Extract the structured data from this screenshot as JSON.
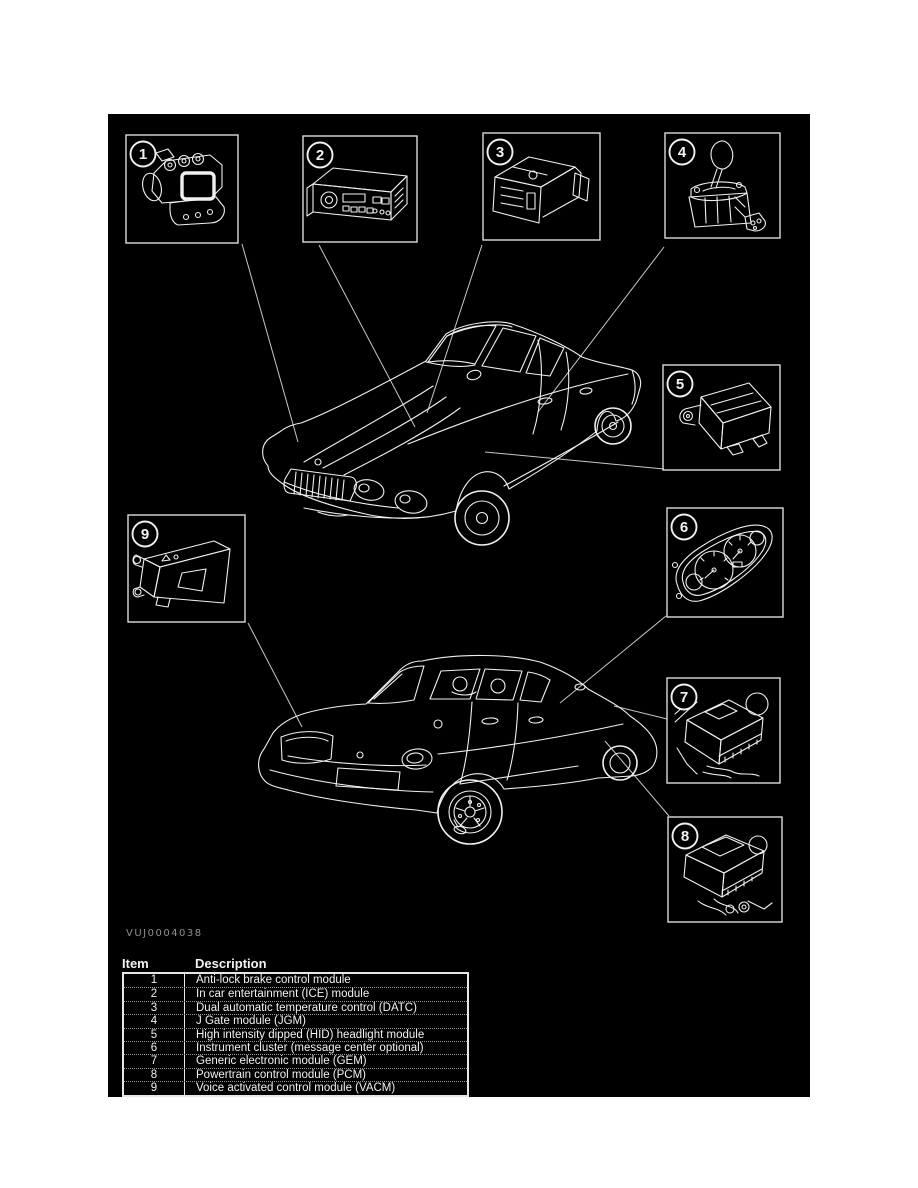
{
  "figure_code": "VUJ0004038",
  "colors": {
    "page_bg": "#ffffff",
    "canvas_bg": "#000000",
    "line": "#f0f0f0",
    "leader": "#c8c8c8",
    "watermark": "#8f8f8f",
    "table_border": "#e6e6e6",
    "text": "#f2f2f2"
  },
  "callouts": [
    {
      "number": "1",
      "label": "Anti-lock brake control module"
    },
    {
      "number": "2",
      "label": "In car entertainment (ICE) module"
    },
    {
      "number": "3",
      "label": "Dual automatic temperature control (DATC)"
    },
    {
      "number": "4",
      "label": "J Gate module (JGM)"
    },
    {
      "number": "5",
      "label": "High intensity dipped (HID) headlight module"
    },
    {
      "number": "6",
      "label": "Instrument cluster (message center optional)"
    },
    {
      "number": "7",
      "label": "Generic electronic module (GEM)"
    },
    {
      "number": "8",
      "label": "Powertrain control module (PCM)"
    },
    {
      "number": "9",
      "label": "Voice activated control module (VACM)"
    }
  ],
  "table": {
    "header": {
      "item": "Item",
      "description": "Description"
    },
    "rows": [
      {
        "item": "1",
        "description": "Anti-lock brake control module"
      },
      {
        "item": "2",
        "description": "In car entertainment (ICE) module"
      },
      {
        "item": "3",
        "description": "Dual automatic temperature control (DATC)"
      },
      {
        "item": "4",
        "description": "J Gate module (JGM)"
      },
      {
        "item": "5",
        "description": "High intensity dipped (HID) headlight module"
      },
      {
        "item": "6",
        "description": "Instrument cluster (message center optional)"
      },
      {
        "item": "7",
        "description": "Generic electronic module (GEM)"
      },
      {
        "item": "8",
        "description": "Powertrain control module (PCM)"
      },
      {
        "item": "9",
        "description": "Voice activated control module (VACM)"
      }
    ]
  }
}
